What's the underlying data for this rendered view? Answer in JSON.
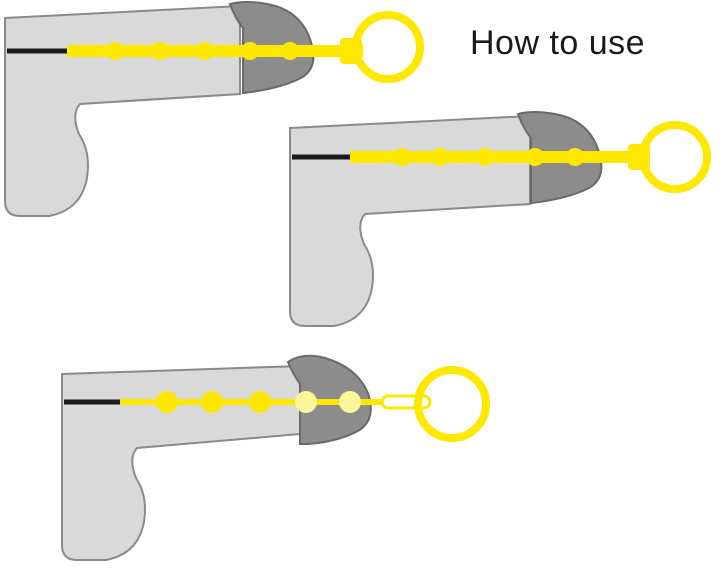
{
  "title": "How to use",
  "colors": {
    "background": "#ffffff",
    "body_fill": "#d9d9d9",
    "body_stroke": "#8a8a8a",
    "head_fill": "#8c8c8c",
    "head_stroke": "#6a6a6a",
    "device_yellow": "#ffe800",
    "device_pale": "#fff59a",
    "channel": "#1a1a1a"
  },
  "icons": {
    "figure": "anatomy-outline-icon",
    "device": "beaded-rod-icon",
    "ring": "ring-handle-icon"
  },
  "steps": [
    {
      "id": "step-1",
      "inserted": "partial"
    },
    {
      "id": "step-2",
      "inserted": "partial"
    },
    {
      "id": "step-3",
      "inserted": "full"
    }
  ]
}
